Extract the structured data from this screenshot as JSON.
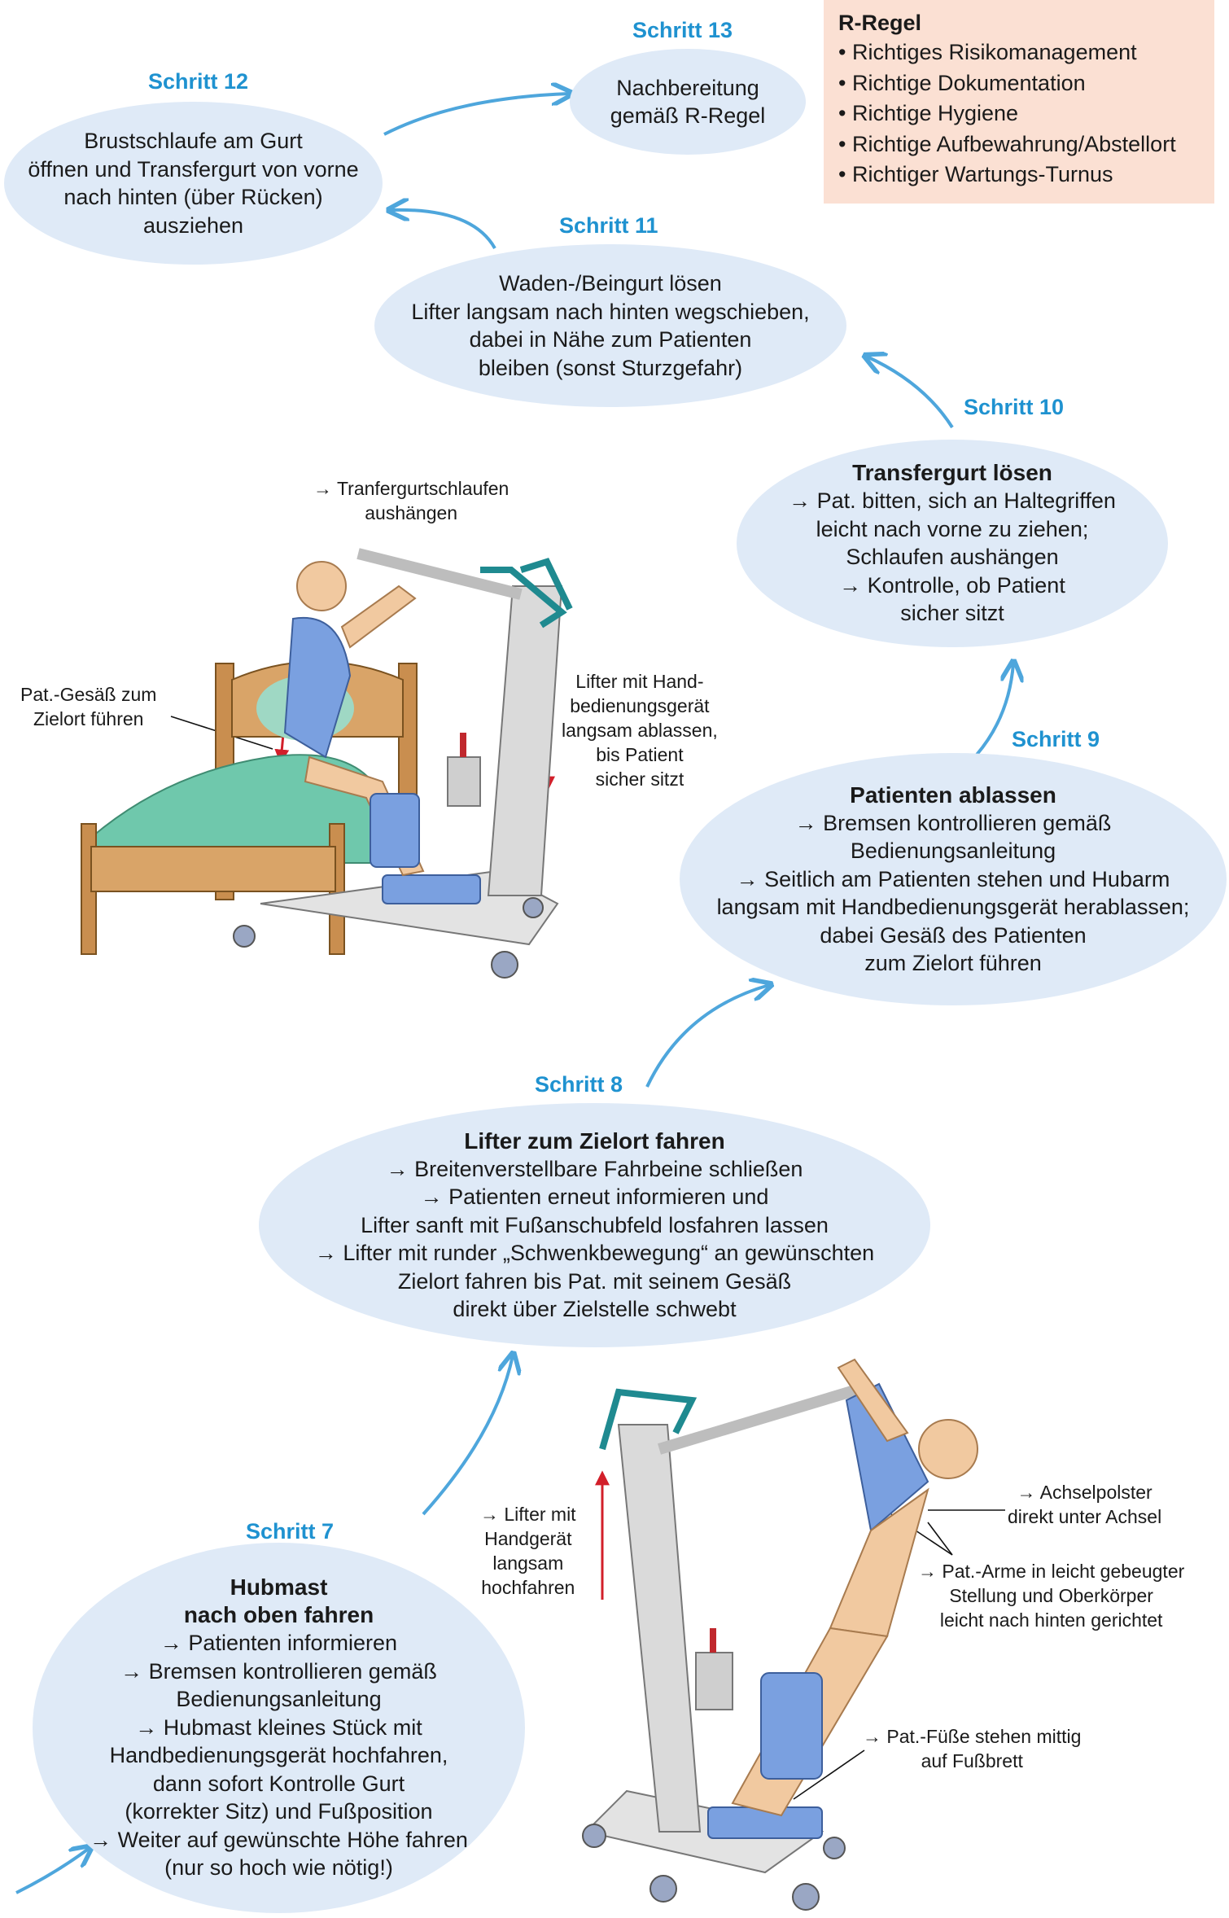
{
  "colors": {
    "ellipse_fill": "#dfeaf7",
    "step_label": "#1f92d0",
    "arrow": "#4ea6dc",
    "rregel_fill": "#fbe0d3",
    "red_arrow": "#d21f2a"
  },
  "rregel": {
    "title": "R-Regel",
    "items": [
      "• Richtiges Risikomanagement",
      "• Richtige Dokumentation",
      "• Richtige Hygiene",
      "• Richtige Aufbewahrung/Abstellort",
      "• Richtiger Wartungs-Turnus"
    ]
  },
  "steps": {
    "s13": {
      "label": "Schritt 13",
      "lines": [
        "Nachbereitung",
        "gemäß R-Regel"
      ]
    },
    "s12": {
      "label": "Schritt 12",
      "lines": [
        "Brustschlaufe am Gurt",
        "öffnen und Transfergurt von vorne",
        "nach hinten (über Rücken)",
        "ausziehen"
      ]
    },
    "s11": {
      "label": "Schritt 11",
      "lines": [
        "Waden-/Beingurt lösen",
        "Lifter langsam nach hinten wegschieben,",
        "dabei in Nähe zum Patienten",
        "bleiben (sonst Sturzgefahr)"
      ]
    },
    "s10": {
      "label": "Schritt 10",
      "title": "Transfergurt lösen",
      "lines": [
        "→ Pat. bitten, sich an Haltegriffen",
        "leicht nach vorne zu ziehen;",
        "Schlaufen aushängen",
        "→ Kontrolle, ob Patient",
        "sicher sitzt"
      ]
    },
    "s9": {
      "label": "Schritt 9",
      "title": "Patienten ablassen",
      "lines": [
        "→ Bremsen kontrollieren gemäß",
        "Bedienungsanleitung",
        "→ Seitlich am Patienten stehen und Hubarm",
        "langsam mit Handbedienungsgerät herablassen;",
        "dabei Gesäß des Patienten",
        "zum Zielort führen"
      ]
    },
    "s8": {
      "label": "Schritt 8",
      "title": "Lifter zum Zielort fahren",
      "lines": [
        "→ Breitenverstellbare Fahrbeine schließen",
        "→ Patienten erneut informieren und",
        "Lifter sanft mit Fußanschubfeld losfahren lassen",
        "→ Lifter mit runder „Schwenkbewegung“ an gewünschten",
        "Zielort fahren bis Pat. mit seinem Gesäß",
        "direkt über Zielstelle schwebt"
      ]
    },
    "s7": {
      "label": "Schritt 7",
      "title1": "Hubmast",
      "title2": "nach oben fahren",
      "lines": [
        "→ Patienten informieren",
        "→ Bremsen kontrollieren gemäß",
        "Bedienungsanleitung",
        "→ Hubmast kleines Stück mit",
        "Handbedienungsgerät hochfahren,",
        "dann sofort Kontrolle Gurt",
        "(korrekter Sitz) und Fußposition",
        "→ Weiter auf gewünschte Höhe fahren",
        "(nur so hoch wie nötig!)"
      ]
    }
  },
  "notes": {
    "n1": [
      "→ Tranfergurtschlaufen",
      "aushängen"
    ],
    "n2": [
      "Pat.-Gesäß zum",
      "Zielort führen"
    ],
    "n3": [
      "Lifter mit Hand-",
      "bedienungsgerät",
      "langsam ablassen,",
      "bis Patient",
      "sicher sitzt"
    ],
    "n4": [
      "→ Lifter mit",
      "Handgerät",
      "langsam",
      "hochfahren"
    ],
    "n5": [
      "→ Achselpolster",
      "direkt unter Achsel"
    ],
    "n6": [
      "→ Pat.-Arme in leicht gebeugter",
      "Stellung und Oberkörper",
      "leicht nach hinten gerichtet"
    ],
    "n7": [
      "→ Pat.-Füße stehen mittig",
      "auf Fußbrett"
    ]
  }
}
